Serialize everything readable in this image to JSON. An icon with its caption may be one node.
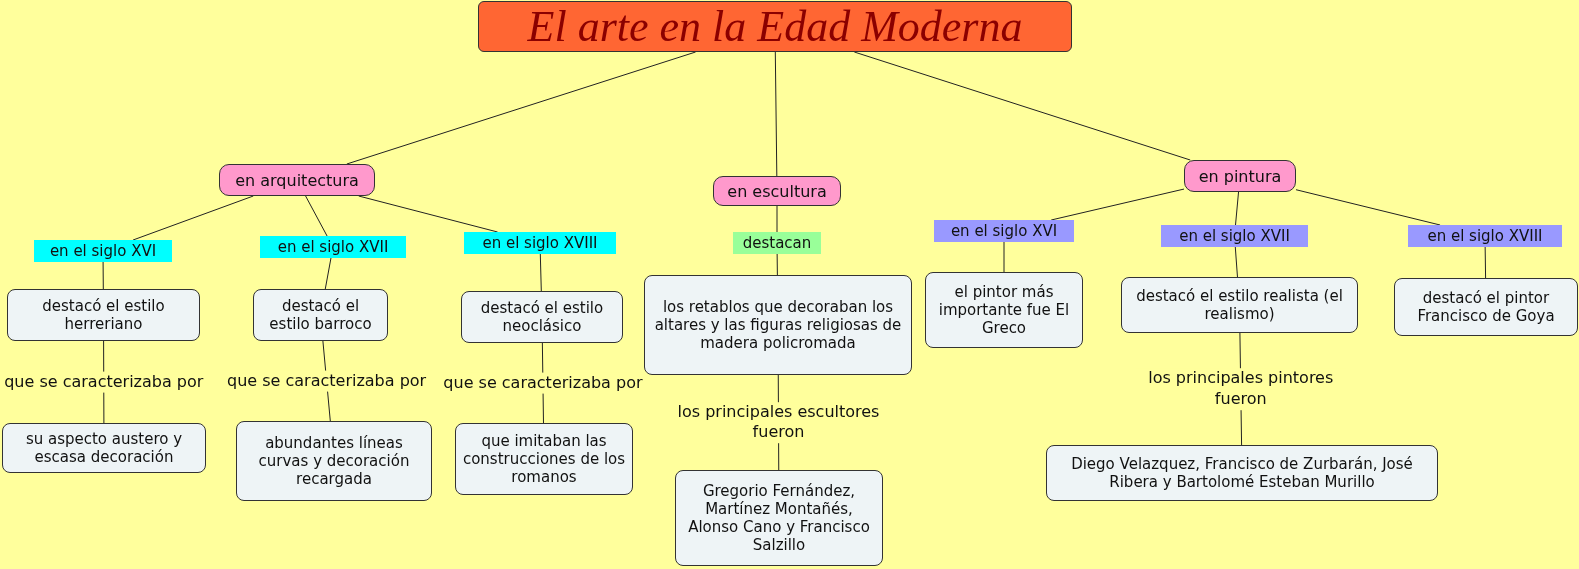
{
  "diagram": {
    "nodes": [
      {
        "text": [
          "El arte en la Edad Moderna"
        ]
      },
      {
        "text": [
          "en arquitectura"
        ]
      },
      {
        "text": [
          "en escultura"
        ]
      },
      {
        "text": [
          "en pintura"
        ]
      },
      {
        "text": [
          "en el siglo XVI"
        ]
      },
      {
        "text": [
          "en el siglo XVII"
        ]
      },
      {
        "text": [
          "en el siglo XVIII"
        ]
      },
      {
        "text": [
          "destacó el estilo herreriano"
        ]
      },
      {
        "text": [
          "destacó el estilo barroco"
        ]
      },
      {
        "text": [
          "destacó el estilo neoclásico"
        ]
      },
      {
        "text": [
          "su aspecto austero y escasa decoración"
        ]
      },
      {
        "text": [
          "abundantes líneas curvas y decoración recargada"
        ]
      },
      {
        "text": [
          "que imitaban las construcciones de los romanos"
        ]
      },
      {
        "text": [
          "destacan"
        ]
      },
      {
        "text": [
          "los retablos que decoraban los altares y las figuras religiosas de madera policromada"
        ]
      },
      {
        "text": [
          "Gregorio Fernández, Martínez Montañés, Alonso Cano y Francisco Salzillo"
        ]
      },
      {
        "text": [
          "en el siglo XVI"
        ]
      },
      {
        "text": [
          "en el siglo XVII"
        ]
      },
      {
        "text": [
          "en el siglo XVIII"
        ]
      },
      {
        "text": [
          "el pintor más importante fue El Greco"
        ]
      },
      {
        "text": [
          "destacó el estilo realista (el realismo)"
        ]
      },
      {
        "text": [
          "destacó el pintor Francisco de Goya"
        ]
      },
      {
        "text": [
          "Diego Velazquez, Francisco de Zurbarán, José Ribera y Bartolomé Esteban Murillo"
        ]
      }
    ],
    "edges": [
      {
        "from": 0,
        "to": 1,
        "arrow": "none"
      },
      {
        "from": 0,
        "to": 2,
        "arrow": "none"
      },
      {
        "from": 0,
        "to": 3,
        "arrow": "none"
      },
      {
        "from": 1,
        "to": 4,
        "arrow": "none"
      },
      {
        "from": 1,
        "to": 5,
        "arrow": "none"
      },
      {
        "from": 1,
        "to": 6,
        "arrow": "none"
      },
      {
        "from": 4,
        "to": 7,
        "arrow": "none"
      },
      {
        "from": 5,
        "to": 8,
        "arrow": "none"
      },
      {
        "from": 6,
        "to": 9,
        "arrow": "none"
      },
      {
        "from": 7,
        "to": 10,
        "arrow": "none",
        "label": "que se caracterizaba por"
      },
      {
        "from": 8,
        "to": 11,
        "arrow": "none",
        "label": "que se caracterizaba por"
      },
      {
        "from": 9,
        "to": 12,
        "arrow": "none",
        "label": "que se caracterizaba por"
      },
      {
        "from": 2,
        "to": 13,
        "arrow": "none"
      },
      {
        "from": 13,
        "to": 14,
        "arrow": "none"
      },
      {
        "from": 14,
        "to": 15,
        "arrow": "none",
        "label": "los principales escultores fueron"
      },
      {
        "from": 3,
        "to": 16,
        "arrow": "none"
      },
      {
        "from": 3,
        "to": 17,
        "arrow": "none"
      },
      {
        "from": 3,
        "to": 18,
        "arrow": "none"
      },
      {
        "from": 16,
        "to": 19,
        "arrow": "none"
      },
      {
        "from": 17,
        "to": 20,
        "arrow": "none"
      },
      {
        "from": 18,
        "to": 21,
        "arrow": "none"
      },
      {
        "from": 20,
        "to": 22,
        "arrow": "none",
        "label": "los principales pintores fueron"
      }
    ]
  }
}
